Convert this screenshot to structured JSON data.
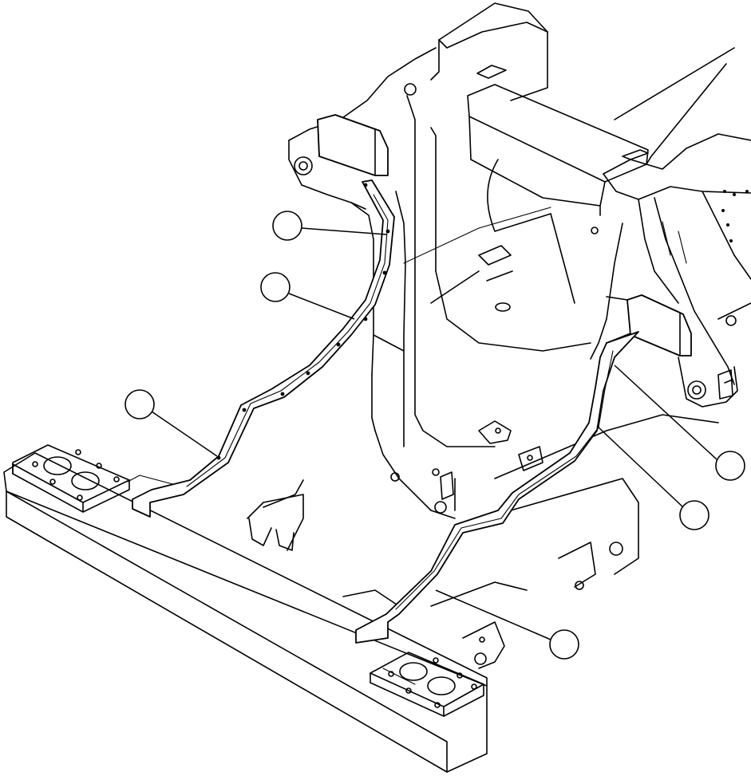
{
  "callouts": [
    {
      "id": "callout-1",
      "label": ""
    },
    {
      "id": "callout-2",
      "label": ""
    },
    {
      "id": "callout-3",
      "label": ""
    },
    {
      "id": "callout-4",
      "label": ""
    },
    {
      "id": "callout-5",
      "label": ""
    },
    {
      "id": "callout-6",
      "label": ""
    }
  ],
  "colors": {
    "line": "#000000",
    "background": "#ffffff"
  }
}
